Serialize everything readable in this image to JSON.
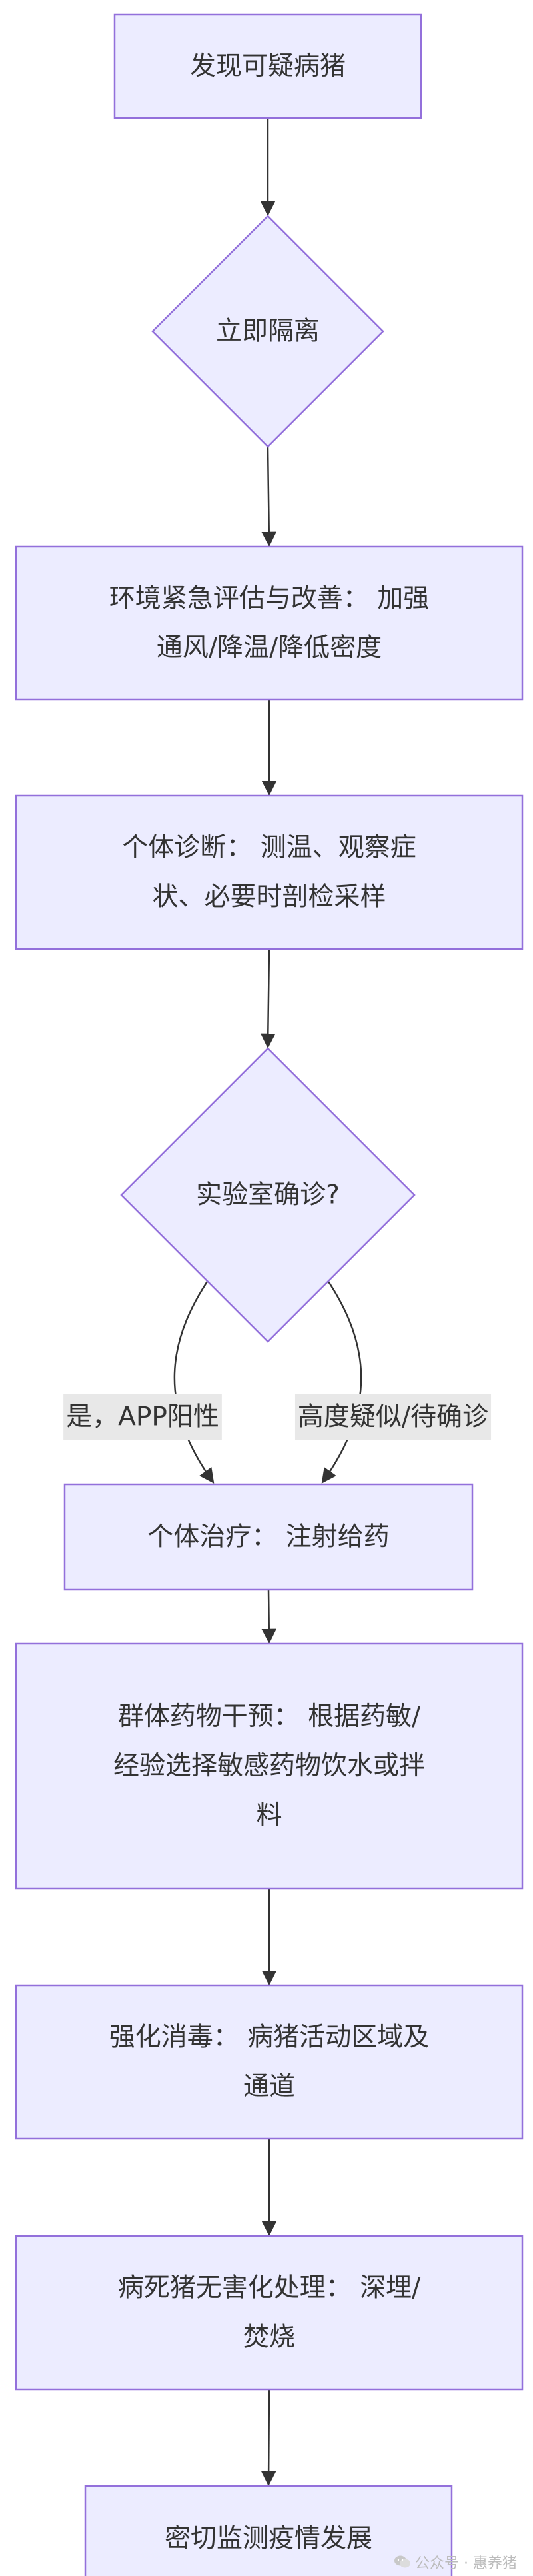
{
  "colors": {
    "node_fill": "#ECECFF",
    "node_stroke": "#9370DB",
    "edge": "#333333",
    "label_bg": "#E8E8E8",
    "text": "#333333"
  },
  "nodes": {
    "n1": {
      "shape": "rect",
      "lines": [
        "发现可疑病猪"
      ]
    },
    "n2": {
      "shape": "diamond",
      "lines": [
        "立即隔离"
      ]
    },
    "n3": {
      "shape": "rect",
      "lines": [
        "环境紧急评估与改善： 加强",
        "通风/降温/降低密度"
      ]
    },
    "n4": {
      "shape": "rect",
      "lines": [
        "个体诊断： 测温、观察症",
        "状、必要时剖检采样"
      ]
    },
    "n5": {
      "shape": "diamond",
      "lines": [
        "实验室确诊?"
      ]
    },
    "n6": {
      "shape": "rect",
      "lines": [
        "个体治疗： 注射给药"
      ]
    },
    "n7": {
      "shape": "rect",
      "lines": [
        "群体药物干预： 根据药敏/",
        "经验选择敏感药物饮水或拌",
        "料"
      ]
    },
    "n8": {
      "shape": "rect",
      "lines": [
        "强化消毒： 病猪活动区域及",
        "通道"
      ]
    },
    "n9": {
      "shape": "rect",
      "lines": [
        "病死猪无害化处理： 深埋/",
        "焚烧"
      ]
    },
    "n10": {
      "shape": "rect",
      "lines": [
        "密切监测疫情发展"
      ]
    }
  },
  "edge_labels": {
    "yes_label": "是，APP阳性",
    "suspect_label": "高度疑似/待确诊"
  },
  "watermark": {
    "icon": "wechat-icon",
    "text": "公众号 · 惠养猪"
  }
}
